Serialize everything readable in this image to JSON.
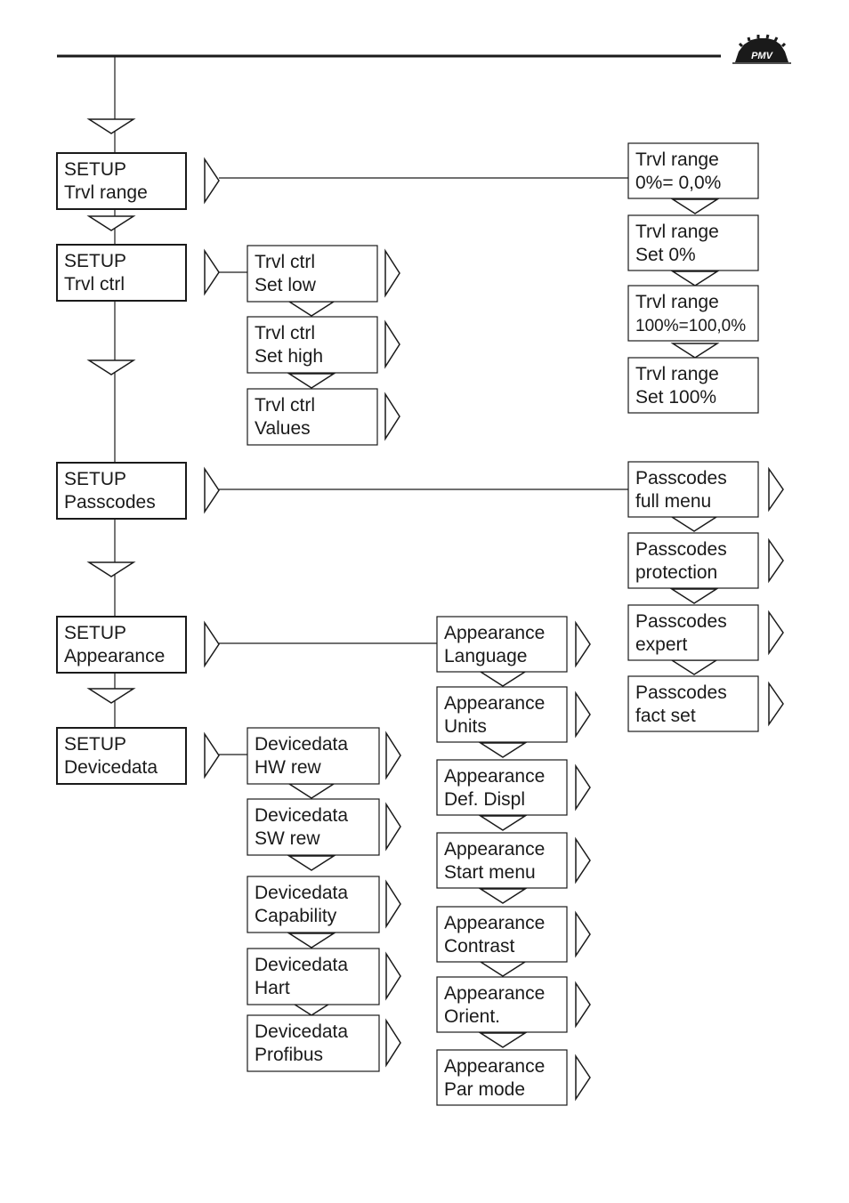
{
  "logo": {
    "text": "PMV",
    "color": "#1a1a1a"
  },
  "main_menu": [
    {
      "line1": "SETUP",
      "line2": "Trvl range"
    },
    {
      "line1": "SETUP",
      "line2": "Trvl ctrl"
    },
    {
      "line1": "SETUP",
      "line2": "Passcodes"
    },
    {
      "line1": "SETUP",
      "line2": "Appearance"
    },
    {
      "line1": "SETUP",
      "line2": "Devicedata"
    }
  ],
  "trvl_range": [
    {
      "line1": "Trvl range",
      "line2": "0%=  0,0%"
    },
    {
      "line1": "Trvl range",
      "line2": "Set 0%"
    },
    {
      "line1": "Trvl range",
      "line2": "100%=100,0%"
    },
    {
      "line1": "Trvl range",
      "line2": "Set 100%"
    }
  ],
  "trvl_ctrl": [
    {
      "line1": "Trvl ctrl",
      "line2": "Set low"
    },
    {
      "line1": "Trvl ctrl",
      "line2": "Set high"
    },
    {
      "line1": "Trvl ctrl",
      "line2": "Values"
    }
  ],
  "passcodes": [
    {
      "line1": "Passcodes",
      "line2": "full menu"
    },
    {
      "line1": "Passcodes",
      "line2": "protection"
    },
    {
      "line1": "Passcodes",
      "line2": "expert"
    },
    {
      "line1": "Passcodes",
      "line2": "fact set"
    }
  ],
  "appearance": [
    {
      "line1": "Appearance",
      "line2": "Language"
    },
    {
      "line1": "Appearance",
      "line2": "Units"
    },
    {
      "line1": "Appearance",
      "line2": "Def. Displ"
    },
    {
      "line1": "Appearance",
      "line2": "Start menu"
    },
    {
      "line1": "Appearance",
      "line2": "Contrast"
    },
    {
      "line1": "Appearance",
      "line2": "Orient."
    },
    {
      "line1": "Appearance",
      "line2": "Par mode"
    }
  ],
  "devicedata": [
    {
      "line1": "Devicedata",
      "line2": "HW rew"
    },
    {
      "line1": "Devicedata",
      "line2": "SW rew"
    },
    {
      "line1": "Devicedata",
      "line2": "Capability"
    },
    {
      "line1": "Devicedata",
      "line2": "Hart"
    },
    {
      "line1": "Devicedata",
      "line2": "Profibus"
    }
  ]
}
